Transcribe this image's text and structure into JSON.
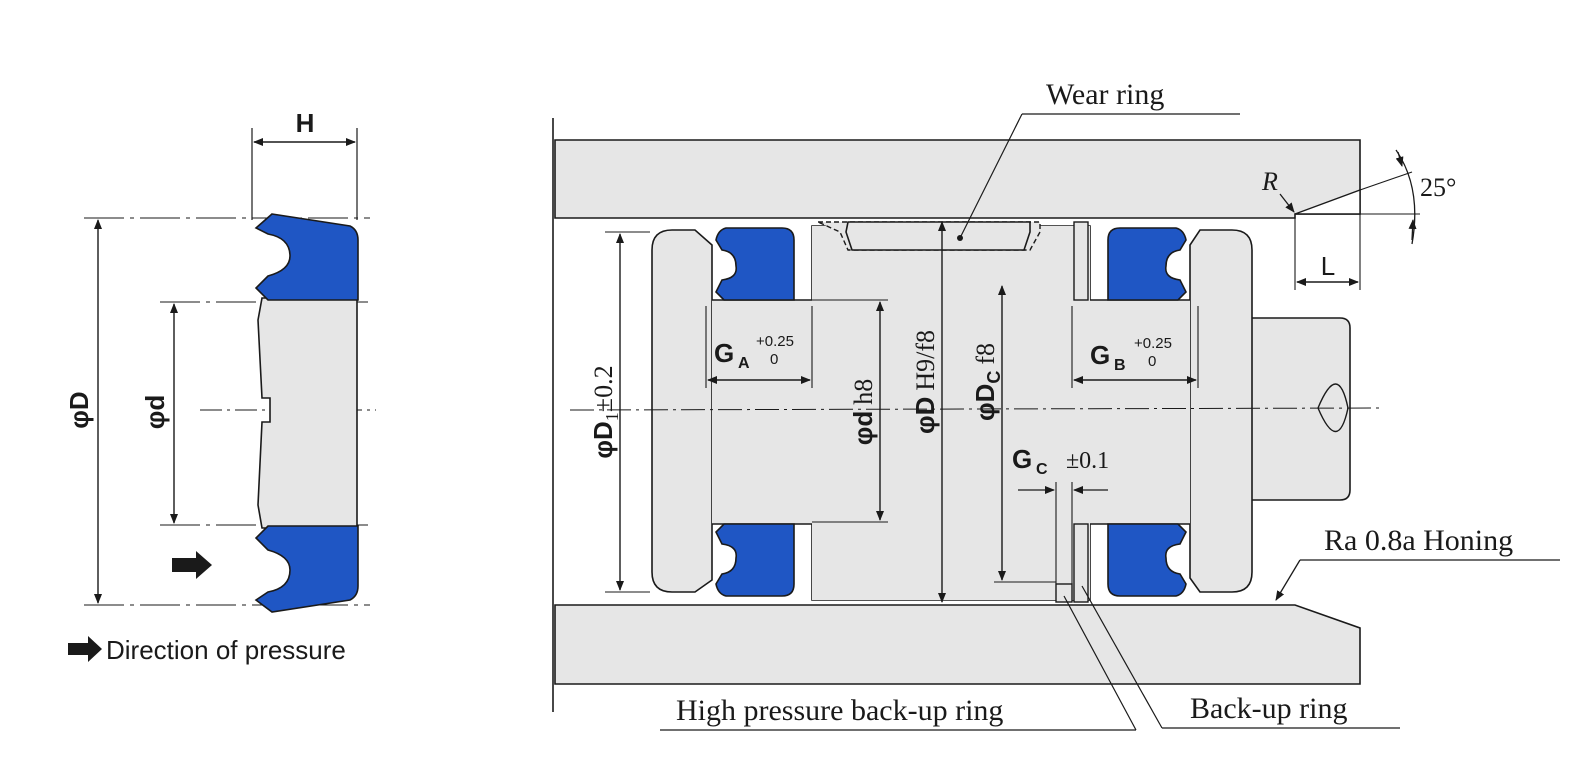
{
  "left_figure": {
    "dim_h": "H",
    "dim_od": "φD",
    "dim_id": "φd",
    "legend_label": "Direction of pressure"
  },
  "right_figure": {
    "wear_ring": "Wear ring",
    "chamfer_r": "R",
    "chamfer_angle": "25°",
    "chamfer_l": "L",
    "ga_main": "G",
    "ga_sub": "A",
    "ga_tol_upper": "+0.25",
    "ga_tol_lower": "0",
    "gb_main": "G",
    "gb_sub": "B",
    "gb_tol_upper": "+0.25",
    "gb_tol_lower": "0",
    "d1_prefix": "φD",
    "d1_sub": "1",
    "d1_tol": "±0.2",
    "dh8_main": "φd",
    "dh8_fit": "h8",
    "dh9_main": "φD",
    "dh9_fit": "H9/f8",
    "dc_main": "φD",
    "dc_sub": "C",
    "dc_fit": "f8",
    "gc_main": "G",
    "gc_sub": "C",
    "gc_tol": "±0.1",
    "surface": "Ra 0.8a Honing",
    "hp_backup": "High pressure back-up ring",
    "backup": "Back-up ring"
  },
  "colors": {
    "seal_blue": "#1f56c4",
    "metal_grey": "#e6e6e6",
    "ink": "#1a1a1a"
  }
}
